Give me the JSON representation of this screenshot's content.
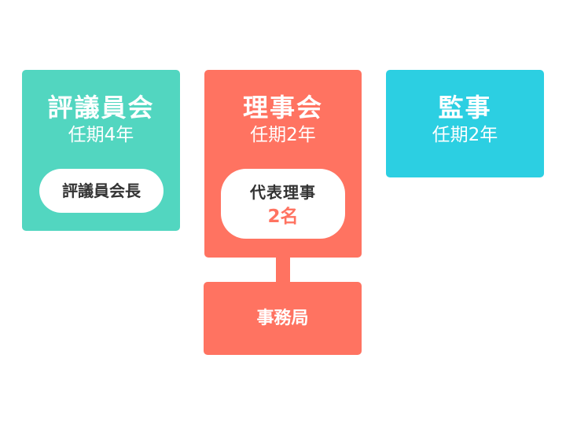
{
  "colors": {
    "teal": "#52d6c0",
    "coral": "#ff7361",
    "cyan": "#2ccfe2"
  },
  "councillors": {
    "title": "評議員会",
    "term": "任期4年",
    "chair": "評議員会長"
  },
  "board": {
    "title": "理事会",
    "term": "任期2年",
    "rep_title": "代表理事",
    "rep_count": "2名"
  },
  "auditor": {
    "title": "監事",
    "term": "任期2年"
  },
  "secretariat": {
    "title": "事務局"
  }
}
